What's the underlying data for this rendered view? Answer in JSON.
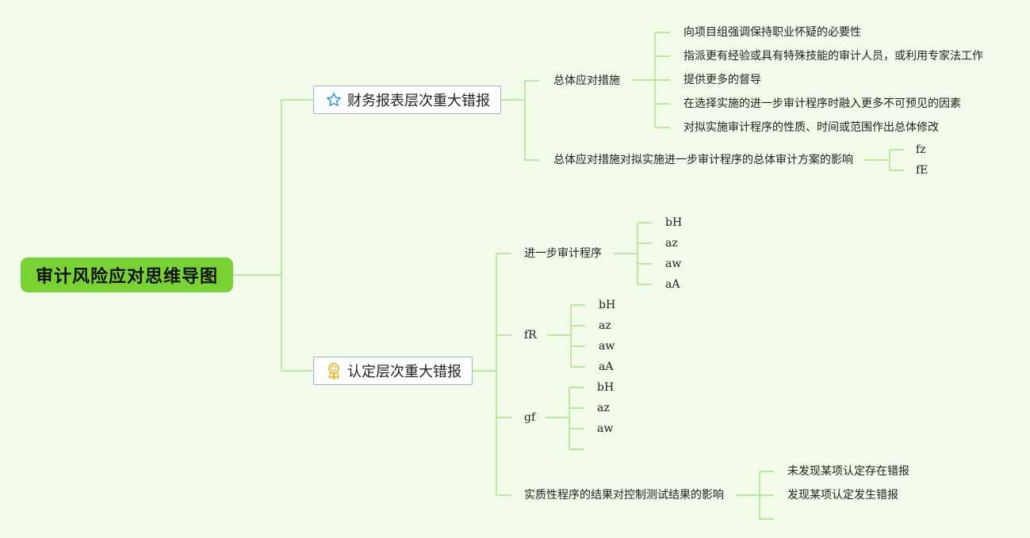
{
  "root": {
    "label": "审计风险应对思维导图"
  },
  "branch1": {
    "label": "财务报表层次重大错报",
    "icon": "star-icon",
    "sub1": {
      "label": "总体应对措施",
      "items": [
        "向项目组强调保持职业怀疑的必要性",
        "指派更有经验或具有特殊技能的审计人员，或利用专家法工作",
        "提供更多的督导",
        "在选择实施的进一步审计程序时融入更多不可预见的因素",
        "对拟实施审计程序的性质、时间或范围作出总体修改"
      ]
    },
    "sub2": {
      "label": "总体应对措施对拟实施进一步审计程序的总体审计方案的影响",
      "items": [
        "fz",
        "fE"
      ]
    }
  },
  "branch2": {
    "label": "认定层次重大错报",
    "icon": "ribbon-medal-icon",
    "sub1": {
      "label": "进一步审计程序",
      "items": [
        "bH",
        "az",
        "aw",
        "aA"
      ]
    },
    "sub2": {
      "label": "fR",
      "items": [
        "bH",
        "az",
        "aw",
        "aA"
      ]
    },
    "sub3": {
      "label": "gf",
      "items": [
        "bH",
        "az",
        "aw",
        ""
      ]
    },
    "sub4": {
      "label": "实质性程序的结果对控制测试结果的影响",
      "items": [
        "未发现某项认定存在错报",
        "发现某项认定发生错报",
        ""
      ]
    }
  },
  "colors": {
    "line": "#a9e08a",
    "root": "#79d234",
    "border": "#9cb6c4",
    "star": "#3a9ad9",
    "medal": "#e8b020"
  }
}
